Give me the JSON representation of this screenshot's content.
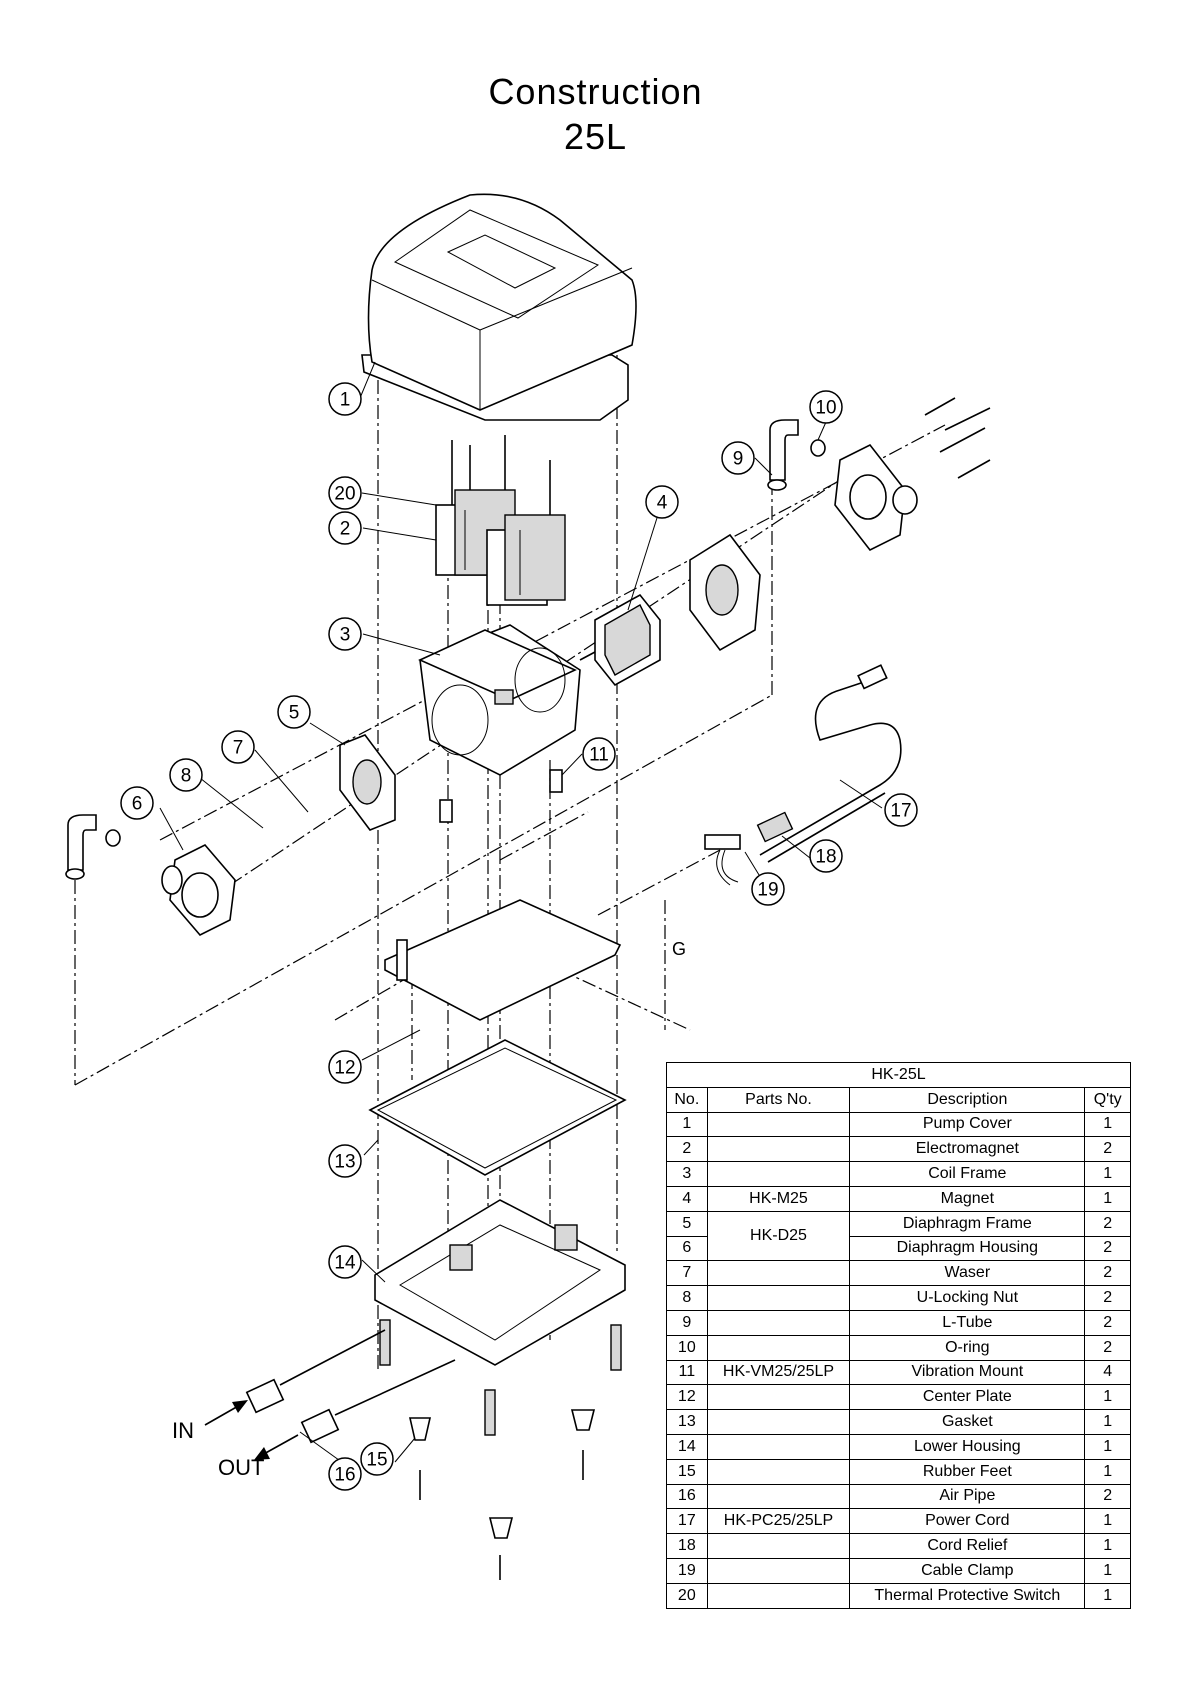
{
  "title": {
    "line1": "Construction",
    "line2": "25L"
  },
  "labels": {
    "in": "IN",
    "out": "OUT",
    "ground": "G"
  },
  "callouts": [
    "1",
    "2",
    "3",
    "4",
    "5",
    "6",
    "7",
    "8",
    "9",
    "10",
    "11",
    "12",
    "13",
    "14",
    "15",
    "16",
    "17",
    "18",
    "19",
    "20"
  ],
  "table": {
    "caption": "HK-25L",
    "headers": [
      "No.",
      "Parts No.",
      "Description",
      "Q'ty"
    ],
    "rows": [
      {
        "no": "1",
        "parts_no": "",
        "description": "Pump Cover",
        "qty": "1"
      },
      {
        "no": "2",
        "parts_no": "",
        "description": "Electromagnet",
        "qty": "2"
      },
      {
        "no": "3",
        "parts_no": "",
        "description": "Coil Frame",
        "qty": "1"
      },
      {
        "no": "4",
        "parts_no": "HK-M25",
        "description": "Magnet",
        "qty": "1"
      },
      {
        "no": "5",
        "parts_no": "HK-D25",
        "description": "Diaphragm Frame",
        "qty": "2"
      },
      {
        "no": "6",
        "parts_no": "",
        "description": "Diaphragm Housing",
        "qty": "2"
      },
      {
        "no": "7",
        "parts_no": "",
        "description": "Waser",
        "qty": "2"
      },
      {
        "no": "8",
        "parts_no": "",
        "description": "U-Locking Nut",
        "qty": "2"
      },
      {
        "no": "9",
        "parts_no": "",
        "description": "L-Tube",
        "qty": "2"
      },
      {
        "no": "10",
        "parts_no": "",
        "description": "O-ring",
        "qty": "2"
      },
      {
        "no": "11",
        "parts_no": "HK-VM25/25LP",
        "description": "Vibration Mount",
        "qty": "4"
      },
      {
        "no": "12",
        "parts_no": "",
        "description": "Center Plate",
        "qty": "1"
      },
      {
        "no": "13",
        "parts_no": "",
        "description": "Gasket",
        "qty": "1"
      },
      {
        "no": "14",
        "parts_no": "",
        "description": "Lower Housing",
        "qty": "1"
      },
      {
        "no": "15",
        "parts_no": "",
        "description": "Rubber Feet",
        "qty": "1"
      },
      {
        "no": "16",
        "parts_no": "",
        "description": "Air Pipe",
        "qty": "2"
      },
      {
        "no": "17",
        "parts_no": "HK-PC25/25LP",
        "description": "Power Cord",
        "qty": "1"
      },
      {
        "no": "18",
        "parts_no": "",
        "description": "Cord Relief",
        "qty": "1"
      },
      {
        "no": "19",
        "parts_no": "",
        "description": "Cable Clamp",
        "qty": "1"
      },
      {
        "no": "20",
        "parts_no": "",
        "description": "Thermal Protective Switch",
        "qty": "1"
      }
    ]
  }
}
